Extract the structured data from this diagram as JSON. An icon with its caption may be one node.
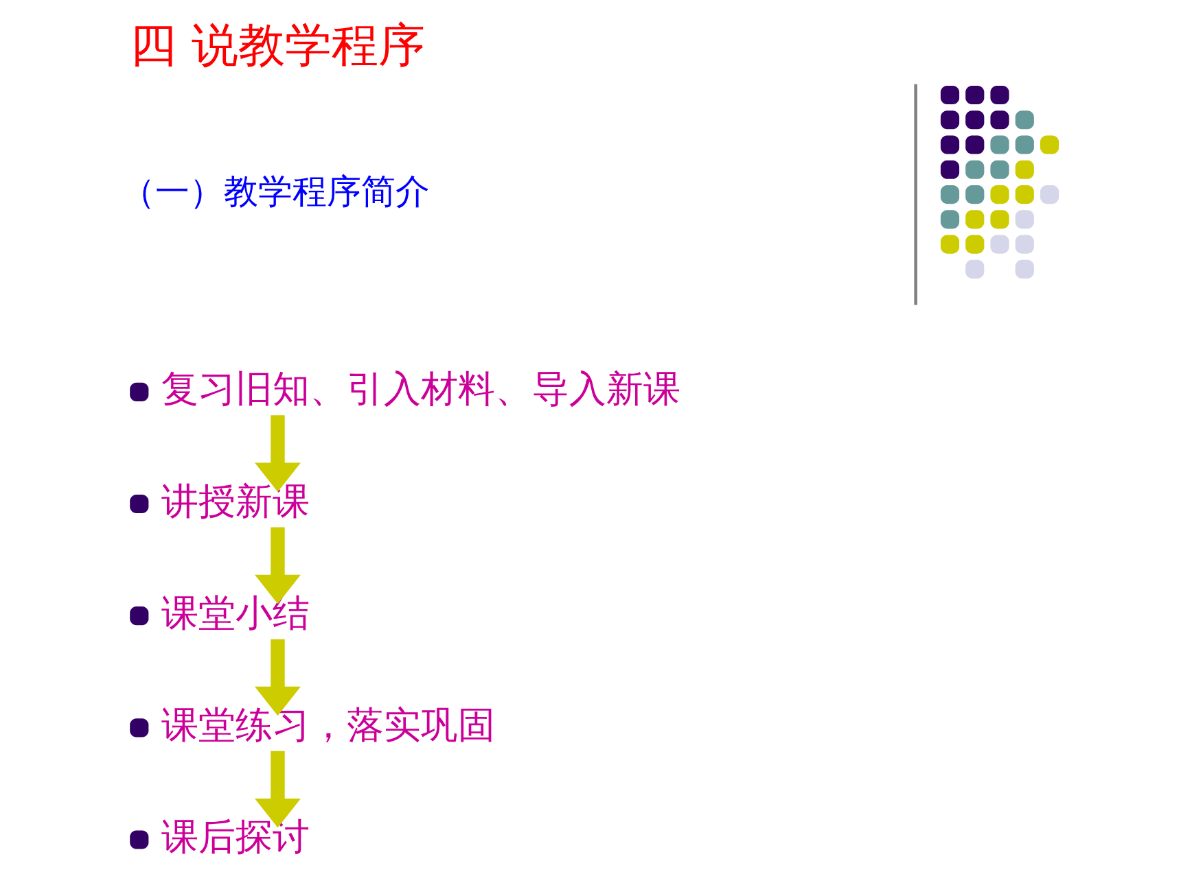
{
  "diagram": {
    "title": "四 说教学程序",
    "nodes": [
      {
        "text": [
          "复习旧知、引入材料、导入新课"
        ]
      },
      {
        "text": [
          "讲授新课"
        ]
      },
      {
        "text": [
          "课堂小结"
        ]
      },
      {
        "text": [
          "课堂练习，落实巩固"
        ]
      },
      {
        "text": [
          "课后探讨"
        ]
      },
      {
        "text": [],
        "shape": "picture"
      }
    ],
    "edges": [
      {
        "from": 0,
        "to": 1,
        "arrow": "to"
      },
      {
        "from": 1,
        "to": 2,
        "arrow": "to"
      },
      {
        "from": 2,
        "to": 3,
        "arrow": "to"
      },
      {
        "from": 3,
        "to": 4,
        "arrow": "to"
      }
    ],
    "labels": [
      "（一）教学程序简介"
    ]
  }
}
